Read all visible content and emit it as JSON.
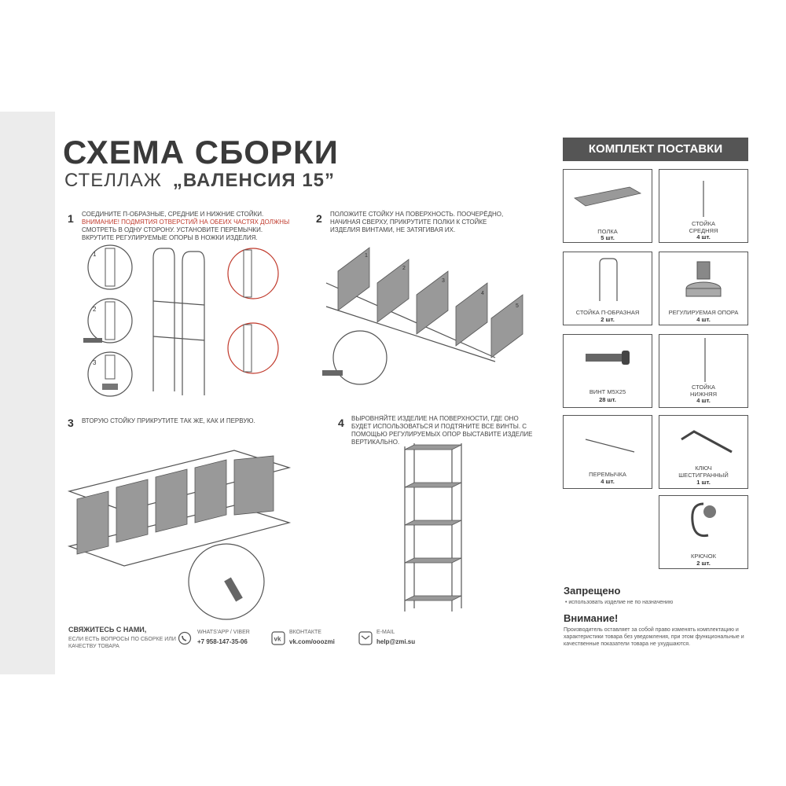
{
  "header": {
    "title": "СХЕМА СБОРКИ",
    "subtitle_prefix": "СТЕЛЛАЖ",
    "subtitle_name": "„ВАЛЕНСИЯ 15”"
  },
  "steps": [
    {
      "num": "1",
      "text": "СОЕДИНИТЕ П-ОБРАЗНЫЕ, СРЕДНИЕ И НИЖНИЕ СТОЙКИ.",
      "warning": "ВНИМАНИЕ! ПОДМЯТИЯ ОТВЕРСТИЙ НА ОБЕИХ ЧАСТЯХ ДОЛЖНЫ",
      "text2": "СМОТРЕТЬ В ОДНУ СТОРОНУ. УСТАНОВИТЕ ПЕРЕМЫЧКИ. ВКРУТИТЕ РЕГУЛИРУЕМЫЕ ОПОРЫ В НОЖКИ ИЗДЕЛИЯ."
    },
    {
      "num": "2",
      "text": "ПОЛОЖИТЕ СТОЙКУ НА ПОВЕРХНОСТЬ. ПООЧЕРЁДНО, НАЧИНАЯ СВЕРХУ, ПРИКРУТИТЕ ПОЛКИ К СТОЙКЕ ИЗДЕЛИЯ ВИНТАМИ, НЕ ЗАТЯГИВАЯ ИХ."
    },
    {
      "num": "3",
      "text": "ВТОРУЮ СТОЙКУ ПРИКРУТИТЕ ТАК ЖЕ, КАК И ПЕРВУЮ."
    },
    {
      "num": "4",
      "text": "ВЫРОВНЯЙТЕ ИЗДЕЛИЕ НА ПОВЕРХНОСТИ, ГДЕ ОНО БУДЕТ ИСПОЛЬЗОВАТЬСЯ И ПОДТЯНИТЕ ВСЕ ВИНТЫ. С ПОМОЩЬЮ РЕГУЛИРУЕМЫХ ОПОР ВЫСТАВИТЕ ИЗДЕЛИЕ ВЕРТИКАЛЬНО."
    }
  ],
  "step1_callouts": [
    "1",
    "2",
    "3"
  ],
  "step2_shelves": [
    "1",
    "2",
    "3",
    "4",
    "5"
  ],
  "kit": {
    "header": "КОМПЛЕКТ ПОСТАВКИ",
    "items": [
      {
        "name": "ПОЛКА",
        "qty": "5 шт."
      },
      {
        "name": "СТОЙКА СРЕДНЯЯ",
        "qty": "4 шт."
      },
      {
        "name": "СТОЙКА П-ОБРАЗНАЯ",
        "qty": "2 шт."
      },
      {
        "name": "РЕГУЛИРУЕМАЯ ОПОРА",
        "qty": "4 шт."
      },
      {
        "name": "ВИНТ М5х25",
        "qty": "28 шт."
      },
      {
        "name": "СТОЙКА НИЖНЯЯ",
        "qty": "4 шт."
      },
      {
        "name": "ПЕРЕМЫЧКА",
        "qty": "4 шт."
      },
      {
        "name": "КЛЮЧ ШЕСТИГРАННЫЙ",
        "qty": "1 шт."
      },
      {
        "name": "КРЮЧОК",
        "qty": "2 шт."
      }
    ]
  },
  "notices": {
    "forbidden_title": "Запрещено",
    "forbidden_text": "• использовать изделие не по назначению",
    "attention_title": "Внимание!",
    "attention_text": "Производитель оставляет за собой право изменять комплектацию и характеристики товара без уведомления, при этом функциональные и качественные показатели товара не ухудшаются."
  },
  "contacts": {
    "title": "СВЯЖИТЕСЬ С НАМИ,",
    "subtitle": "ЕСЛИ ЕСТЬ ВОПРОСЫ ПО СБОРКЕ ИЛИ КАЧЕСТВУ ТОВАРА",
    "whatsapp_label": "WHATS'APP / VIBER",
    "whatsapp_value": "+7 958-147-35-06",
    "vk_label": "ВКОНТАКТЕ",
    "vk_value": "vk.com/ooozmi",
    "email_label": "E-MAIL",
    "email_value": "help@zmi.su"
  },
  "icons": [
    "phone-icon",
    "vk-icon",
    "mail-icon"
  ],
  "colors": {
    "accent": "#555555",
    "warning": "#c0392b",
    "band": "#ececec"
  }
}
